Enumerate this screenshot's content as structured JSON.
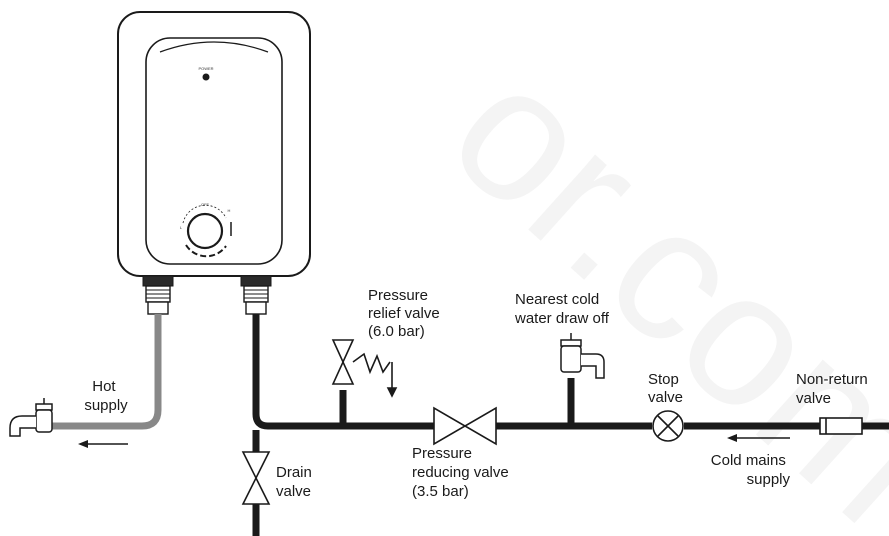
{
  "watermark": "or.com",
  "heater": {
    "brand": "",
    "power_label": "POWER",
    "dial_top": "OFF",
    "dial_right": "H",
    "dial_left": "L"
  },
  "labels": {
    "hot_supply": [
      "Hot",
      "supply"
    ],
    "pressure_relief_valve": [
      "Pressure",
      "relief valve",
      "(6.0 bar)"
    ],
    "nearest_cold": [
      "Nearest cold",
      "water draw off"
    ],
    "stop_valve": [
      "Stop",
      "valve"
    ],
    "non_return_valve": [
      "Non-return",
      "valve"
    ],
    "drain_valve": [
      "Drain",
      "valve"
    ],
    "pressure_reducing_valve": [
      "Pressure",
      "reducing valve",
      "(3.5 bar)"
    ],
    "cold_mains_supply": [
      "Cold mains",
      "supply"
    ]
  },
  "colors": {
    "cold_pipe": "#1a1a1a",
    "hot_pipe": "#888888",
    "outline": "#1a1a1a"
  }
}
